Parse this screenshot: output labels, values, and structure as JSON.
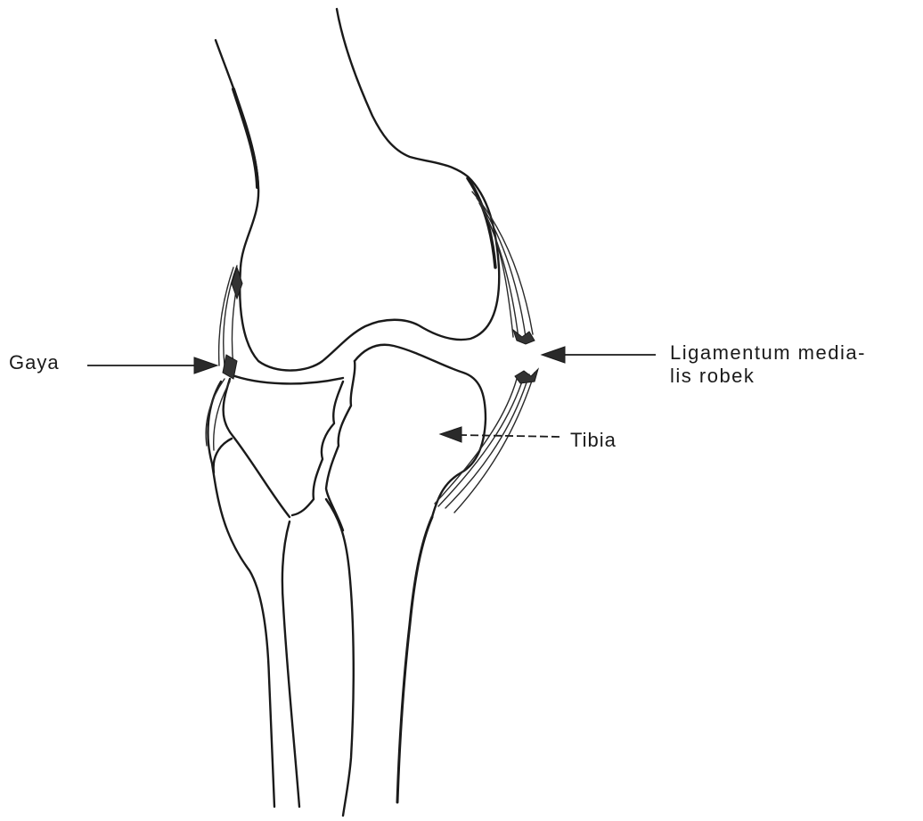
{
  "labels": {
    "gaya": "Gaya",
    "ligament_line1": "Ligamentum  media-",
    "ligament_line2": "lis robek",
    "tibia": "Tibia"
  },
  "colors": {
    "ink": "#1a1a1a",
    "background": "#ffffff"
  }
}
